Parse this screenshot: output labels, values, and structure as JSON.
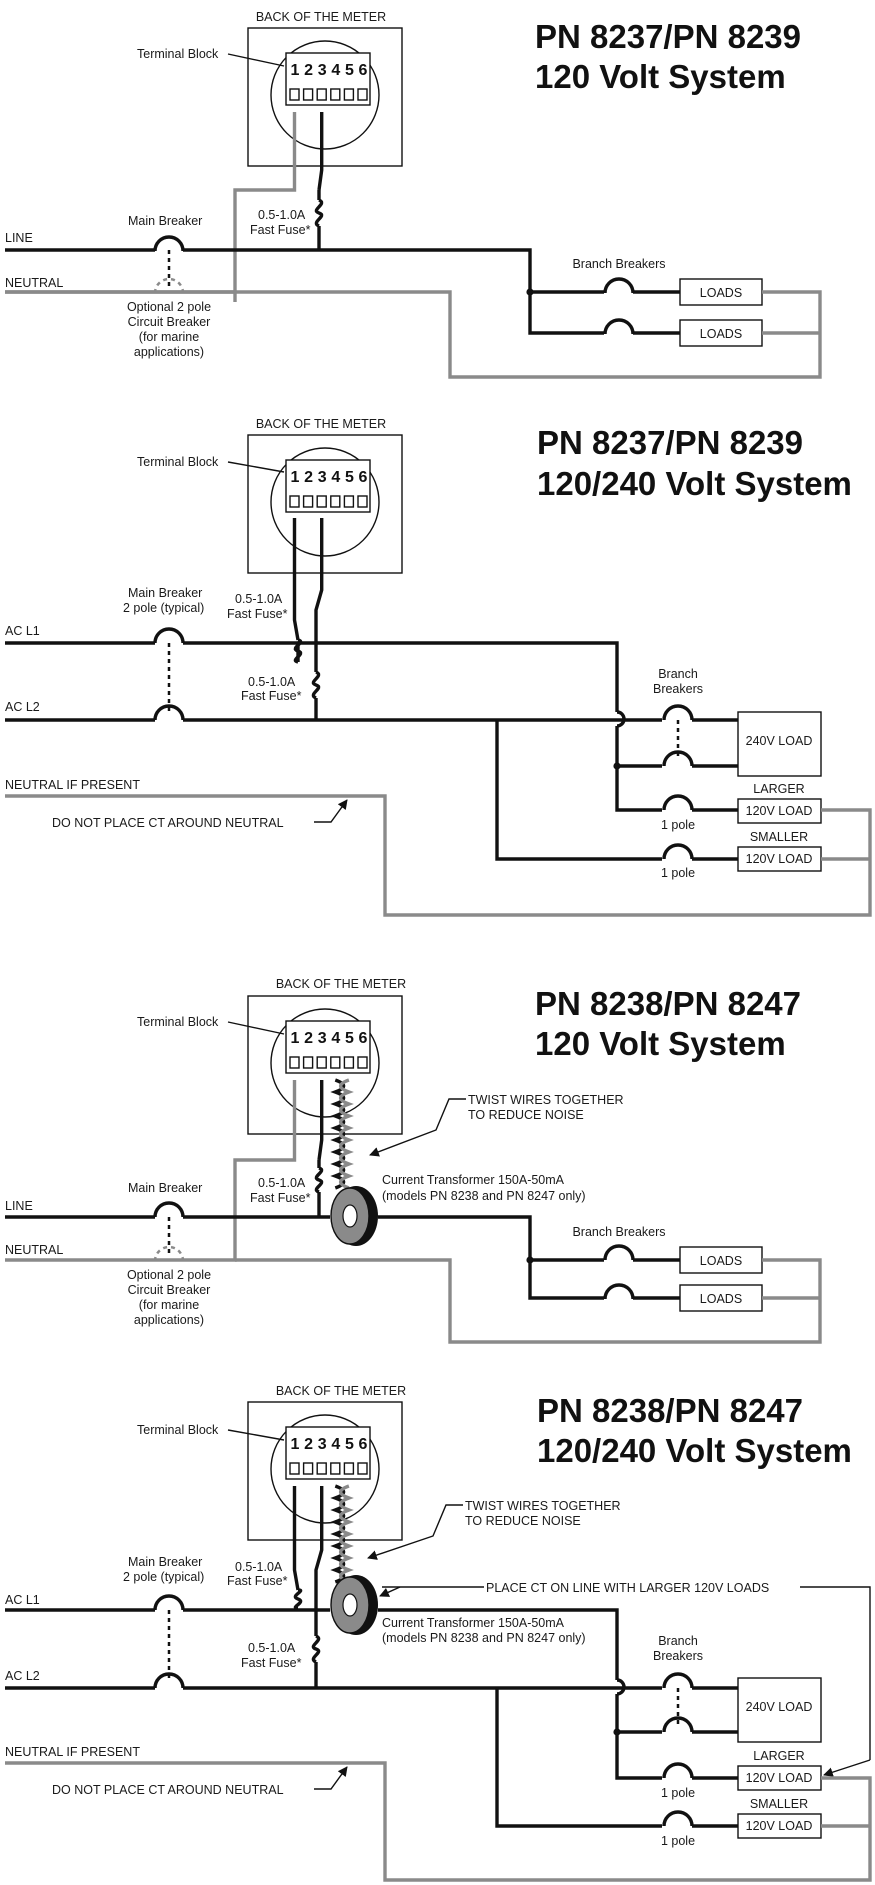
{
  "panels": [
    {
      "title_line1": "PN 8237/PN 8239",
      "title_line2": "120 Volt System",
      "meter_label": "BACK OF THE METER",
      "terminal_block_label": "Terminal Block",
      "terminals": [
        "1",
        "2",
        "3",
        "4",
        "5",
        "6"
      ],
      "line_label": "LINE",
      "neutral_label": "NEUTRAL",
      "main_breaker_label": "Main Breaker",
      "fuse_label_1": "0.5-1.0A",
      "fuse_label_2": "Fast Fuse*",
      "optional_breaker_lines": [
        "Optional 2 pole",
        "Circuit Breaker",
        "(for marine",
        "applications)"
      ],
      "branch_breakers_label": "Branch Breakers",
      "loads": [
        "LOADS",
        "LOADS"
      ]
    },
    {
      "title_line1": "PN 8237/PN 8239",
      "title_line2": "120/240 Volt System",
      "meter_label": "BACK OF THE METER",
      "terminal_block_label": "Terminal Block",
      "terminals": [
        "1",
        "2",
        "3",
        "4",
        "5",
        "6"
      ],
      "main_breaker_line1": "Main Breaker",
      "main_breaker_line2": "2 pole (typical)",
      "fuse1_line1": "0.5-1.0A",
      "fuse1_line2": "Fast Fuse*",
      "fuse2_line1": "0.5-1.0A",
      "fuse2_line2": "Fast Fuse*",
      "ac_l1_label": "AC L1",
      "ac_l2_label": "AC L2",
      "neutral_if_present": "NEUTRAL IF PRESENT",
      "ct_warning": "DO NOT PLACE CT AROUND NEUTRAL",
      "branch_label_1": "Branch",
      "branch_label_2": "Breakers",
      "load_240": "240V LOAD",
      "larger_label": "LARGER",
      "smaller_label": "SMALLER",
      "load_120": "120V LOAD",
      "one_pole": "1 pole"
    },
    {
      "title_line1": "PN 8238/PN 8247",
      "title_line2": "120 Volt System",
      "meter_label": "BACK OF THE METER",
      "terminal_block_label": "Terminal Block",
      "terminals": [
        "1",
        "2",
        "3",
        "4",
        "5",
        "6"
      ],
      "twist_line1": "TWIST WIRES TOGETHER",
      "twist_line2": "TO REDUCE NOISE",
      "ct_line1": "Current Transformer 150A-50mA",
      "ct_line2": "(models PN 8238 and PN 8247 only)",
      "line_label": "LINE",
      "neutral_label": "NEUTRAL",
      "main_breaker_label": "Main Breaker",
      "fuse_label_1": "0.5-1.0A",
      "fuse_label_2": "Fast Fuse*",
      "optional_breaker_lines": [
        "Optional 2 pole",
        "Circuit Breaker",
        "(for marine",
        "applications)"
      ],
      "branch_breakers_label": "Branch Breakers",
      "loads": [
        "LOADS",
        "LOADS"
      ]
    },
    {
      "title_line1": "PN 8238/PN 8247",
      "title_line2": "120/240 Volt System",
      "meter_label": "BACK OF THE METER",
      "terminal_block_label": "Terminal Block",
      "terminals": [
        "1",
        "2",
        "3",
        "4",
        "5",
        "6"
      ],
      "twist_line1": "TWIST WIRES TOGETHER",
      "twist_line2": "TO REDUCE NOISE",
      "ct_placement": "PLACE CT ON LINE WITH LARGER 120V LOADS",
      "ct_line1": "Current Transformer 150A-50mA",
      "ct_line2": "(models PN 8238 and PN 8247 only)",
      "main_breaker_line1": "Main Breaker",
      "main_breaker_line2": "2 pole (typical)",
      "fuse1_line1": "0.5-1.0A",
      "fuse1_line2": "Fast Fuse*",
      "fuse2_line1": "0.5-1.0A",
      "fuse2_line2": "Fast Fuse*",
      "ac_l1_label": "AC L1",
      "ac_l2_label": "AC L2",
      "neutral_if_present": "NEUTRAL IF PRESENT",
      "ct_warning": "DO NOT PLACE CT AROUND NEUTRAL",
      "branch_label_1": "Branch",
      "branch_label_2": "Breakers",
      "load_240": "240V LOAD",
      "larger_label": "LARGER",
      "smaller_label": "SMALLER",
      "load_120": "120V LOAD",
      "one_pole": "1 pole"
    }
  ]
}
